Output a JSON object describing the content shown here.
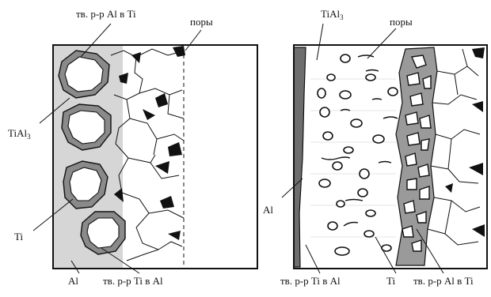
{
  "colors": {
    "ink": "#111111",
    "paper": "#ffffff",
    "gray_matrix": "#d9d9d9",
    "gray_layer": "#8a8a8a",
    "pore": "#111111"
  },
  "left_panel": {
    "labels": {
      "solid_solution_al_in_ti": "тв. р-р Al в Ti",
      "pores": "поры",
      "tial3_main": "TiAl",
      "tial3_sub": "3",
      "ti": "Ti",
      "al": "Al",
      "solid_solution_ti_in_al": "тв. р-р Ti  в Al"
    }
  },
  "right_panel": {
    "labels": {
      "tial3_main": "TiAl",
      "tial3_sub": "3",
      "pores": "поры",
      "al": "Al",
      "solid_solution_ti_in_al": "тв. р-р Ti  в Al",
      "ti": "Ti",
      "solid_solution_al_in_ti": "тв. р-р Al в Ti"
    }
  }
}
